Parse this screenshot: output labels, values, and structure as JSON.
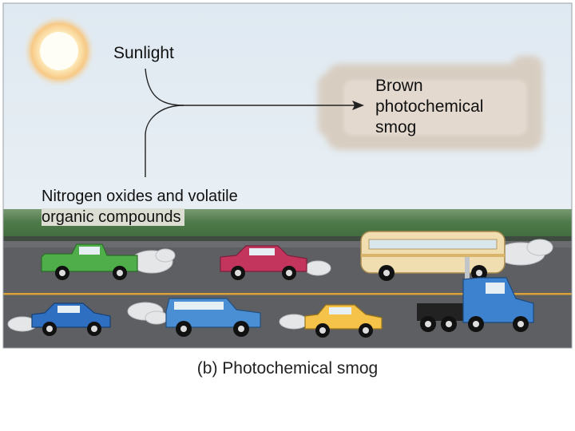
{
  "labels": {
    "sunlight": "Sunlight",
    "smog": [
      "Brown",
      "photochemical",
      "smog"
    ],
    "sources": [
      "Nitrogen oxides and volatile",
      "organic compounds"
    ]
  },
  "caption": "(b) Photochemical smog",
  "vehicles": [
    {
      "id": "pickup-truck-green",
      "color": "#4fae4a"
    },
    {
      "id": "sedan-magenta",
      "color": "#c4355e"
    },
    {
      "id": "bus-cream",
      "color": "#f0ddb0"
    },
    {
      "id": "car-blue",
      "color": "#2e6fc1"
    },
    {
      "id": "station-wagon-blue",
      "color": "#4a8fd4"
    },
    {
      "id": "car-yellow",
      "color": "#f5c24a"
    },
    {
      "id": "semi-truck-blue",
      "color": "#3d82cf"
    }
  ],
  "colors": {
    "sky": "#e3ecf3",
    "grass": "#4f7a4a",
    "road": "#5d5f62",
    "lane_line": "#d8a23a",
    "smog": "#d9cfc4"
  }
}
